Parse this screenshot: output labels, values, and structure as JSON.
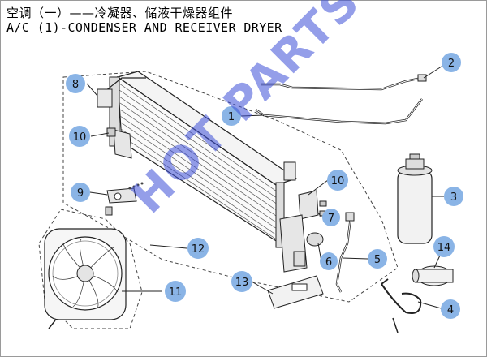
{
  "title": {
    "zh": "空调（一）——冷凝器、储液干燥器组件",
    "en": "A/C (1)-CONDENSER AND RECEIVER DRYER"
  },
  "watermark": "HOT PARTS",
  "callouts": [
    {
      "id": "c1",
      "label": "1"
    },
    {
      "id": "c2",
      "label": "2"
    },
    {
      "id": "c3",
      "label": "3"
    },
    {
      "id": "c4",
      "label": "4"
    },
    {
      "id": "c5",
      "label": "5"
    },
    {
      "id": "c6",
      "label": "6"
    },
    {
      "id": "c7",
      "label": "7"
    },
    {
      "id": "c8",
      "label": "8"
    },
    {
      "id": "c9",
      "label": "9"
    },
    {
      "id": "c10a",
      "label": "10"
    },
    {
      "id": "c10b",
      "label": "10"
    },
    {
      "id": "c11",
      "label": "11"
    },
    {
      "id": "c12",
      "label": "12"
    },
    {
      "id": "c13",
      "label": "13"
    },
    {
      "id": "c14",
      "label": "14"
    }
  ],
  "colors": {
    "bubble": "#8ab4e6",
    "line": "#222222",
    "watermark": "#3d4fd8"
  }
}
